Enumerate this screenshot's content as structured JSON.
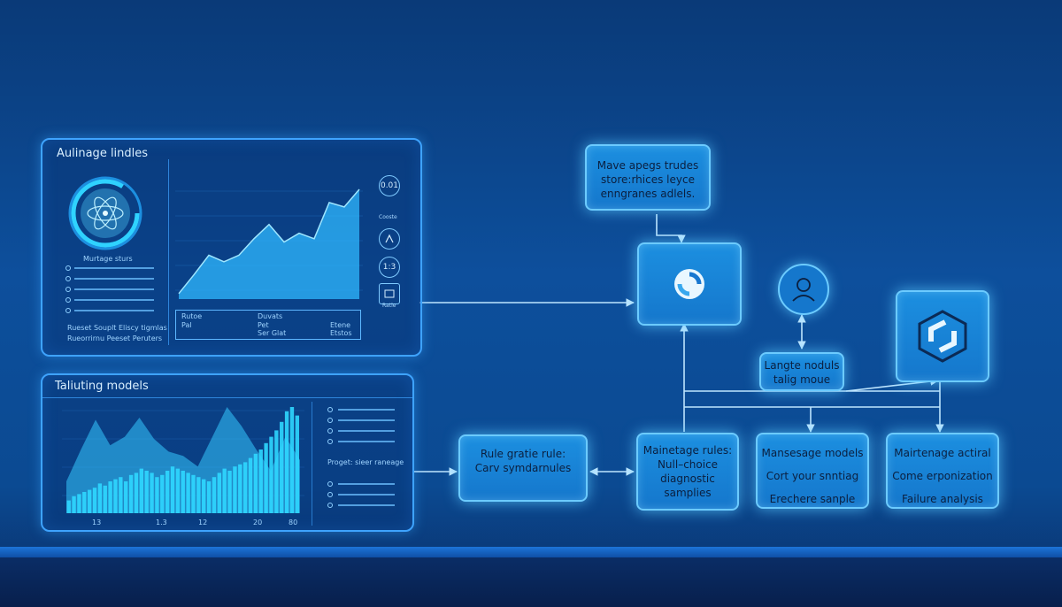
{
  "panel_top": {
    "title": "Aulinage lindles",
    "gauge_caption": "Murtage sturs",
    "legend_1": "Rueset Souplt Eliscy tigmlas",
    "legend_2": "Rueorrirnu Peeset Peruters",
    "table_headers": [
      "Rutoe",
      "Duvats"
    ],
    "table_cells": [
      "Pal",
      "Pet",
      "Etene",
      "Ser Glat",
      "Etstos"
    ],
    "side_icons": [
      {
        "icon": "0.01",
        "caption": "Cooste"
      },
      {
        "icon": "diagram-icon",
        "caption": ""
      },
      {
        "icon": "1:3",
        "caption": ""
      },
      {
        "icon": "panel-icon",
        "caption": "Ratle"
      }
    ],
    "chart_data": {
      "type": "area",
      "title": "",
      "xlabel": "",
      "ylabel": "",
      "x": [
        0,
        1,
        2,
        3,
        4,
        5,
        6,
        7,
        8,
        9,
        10,
        11,
        12
      ],
      "y": [
        5,
        22,
        40,
        34,
        40,
        55,
        68,
        52,
        60,
        55,
        88,
        84,
        100
      ],
      "ylim": [
        0,
        100
      ],
      "color": "#2fb8ff"
    }
  },
  "panel_bottom": {
    "title": "Taliuting models",
    "note_line": "Proget: sieer raneage",
    "x_tick_labels": [
      "13",
      "1.3",
      "12",
      "20",
      "80"
    ],
    "chart_data": {
      "type": "bar",
      "title": "",
      "xlabel": "",
      "ylabel": "",
      "values": [
        12,
        16,
        18,
        20,
        22,
        24,
        28,
        26,
        30,
        32,
        34,
        30,
        36,
        38,
        42,
        40,
        38,
        34,
        36,
        40,
        44,
        42,
        40,
        38,
        36,
        34,
        32,
        30,
        34,
        38,
        42,
        40,
        44,
        46,
        48,
        52,
        56,
        60,
        66,
        72,
        78,
        86,
        96,
        100,
        92
      ],
      "area_y": [
        30,
        60,
        88,
        64,
        72,
        90,
        70,
        58,
        54,
        44,
        72,
        100,
        82,
        60,
        40,
        72,
        50
      ],
      "ylim": [
        0,
        100
      ],
      "color": "#2fd7ff"
    }
  },
  "flow": {
    "box_top": [
      "Mave apegs trudes",
      "store:rhices leyce",
      "enngranes adlels."
    ],
    "box_rule": [
      "Rule gratie rule:",
      "",
      "Carv symdarnules"
    ],
    "box_maint": [
      "Mainetage rules:",
      "Null–choice",
      "diagnostic",
      "samplies"
    ],
    "box_label": [
      "Langte noduls",
      "talig moue"
    ],
    "box_manage": [
      "Mansesage models",
      "Cort your snntiag",
      "Erechere sanple"
    ],
    "box_failure": [
      "Mairtenage actiral",
      "Come erponization",
      "Failure analysis"
    ]
  },
  "colors": {
    "accent": "#3ea3ff",
    "node_fill": "#1c8fe0",
    "wire": "#bfe6ff"
  }
}
